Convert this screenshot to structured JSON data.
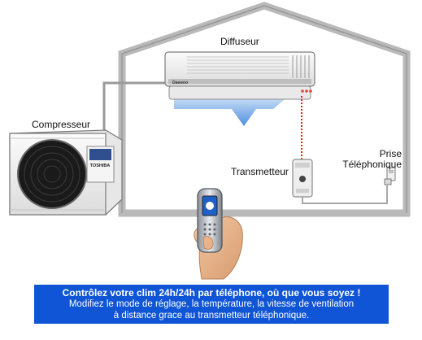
{
  "labels": {
    "diffuseur": "Diffuseur",
    "compresseur": "Compresseur",
    "transmetteur": "Transmetteur",
    "prise_line1": "Prise",
    "prise_line2": "Téléphonique"
  },
  "device_text": {
    "compressor_brand": "TOSHIBA",
    "indoor_brand": "Daewoo"
  },
  "caption": {
    "line1": "Contrôlez votre clim 24h/24h par téléphone, où que vous soyez !",
    "line2": "Modifiez le mode de réglage, la température, la vitesse de ventilation",
    "line3": "à distance grace au transmetteur téléphonique."
  },
  "colors": {
    "caption_bg": "#0f55d6",
    "wiring_red": "#e0201c",
    "airflow_blue": "#6fa8e8"
  }
}
